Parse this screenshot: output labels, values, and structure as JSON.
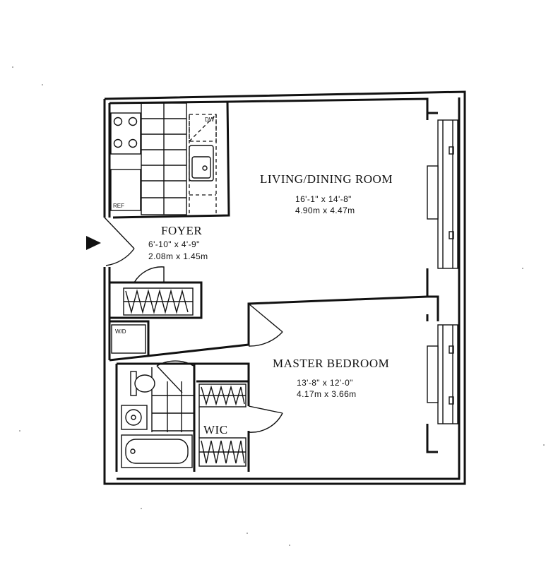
{
  "rooms": {
    "living": {
      "name": "LIVING/DINING ROOM",
      "dim_ft": "16'-1\" x 14'-8\"",
      "dim_m": "4.90m x 4.47m"
    },
    "foyer": {
      "name": "FOYER",
      "dim_ft": "6'-10\" x 4'-9\"",
      "dim_m": "2.08m x 1.45m"
    },
    "bedroom": {
      "name": "MASTER BEDROOM",
      "dim_ft": "13'-8\" x 12'-0\"",
      "dim_m": "4.17m x 3.66m"
    },
    "wic": {
      "name": "WIC"
    }
  },
  "fixtures": {
    "dishwasher": "DW",
    "refrigerator": "REF",
    "washer_dryer": "W/D"
  },
  "icons": {
    "entry": "entry-arrow-icon"
  }
}
